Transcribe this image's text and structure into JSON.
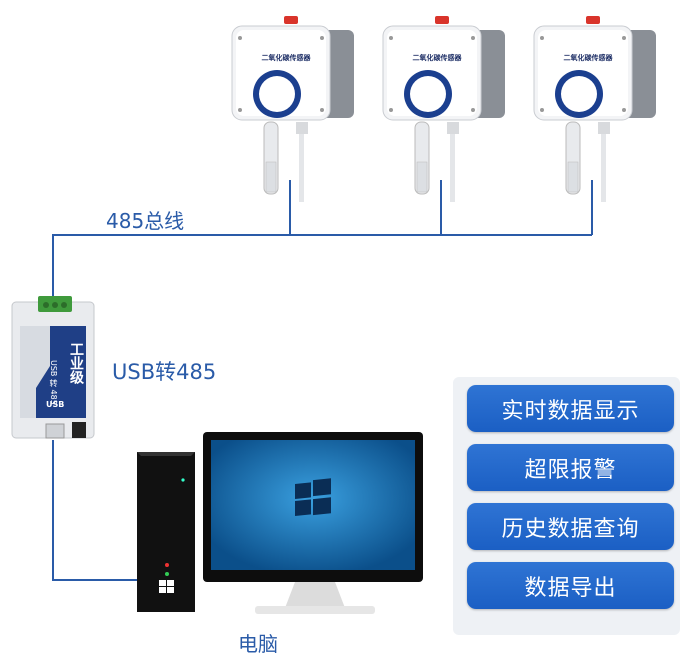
{
  "diagram": {
    "bus_label": "485总线",
    "converter_label": "USB转485",
    "computer_label": "电脑",
    "sensor_title": "二氧化碳传感器",
    "converter_port_label": "USB",
    "converter_side_text": "工业级",
    "converter_side_sub": "USB 转 485",
    "sensors": [
      {
        "id": "sensor-1"
      },
      {
        "id": "sensor-2"
      },
      {
        "id": "sensor-3"
      }
    ]
  },
  "features": [
    "实时数据显示",
    "超限报警",
    "历史数据查询",
    "数据导出"
  ],
  "colors": {
    "wire": "#2a5ba8",
    "button": "#1f64c8",
    "label": "#2a5ba8"
  }
}
